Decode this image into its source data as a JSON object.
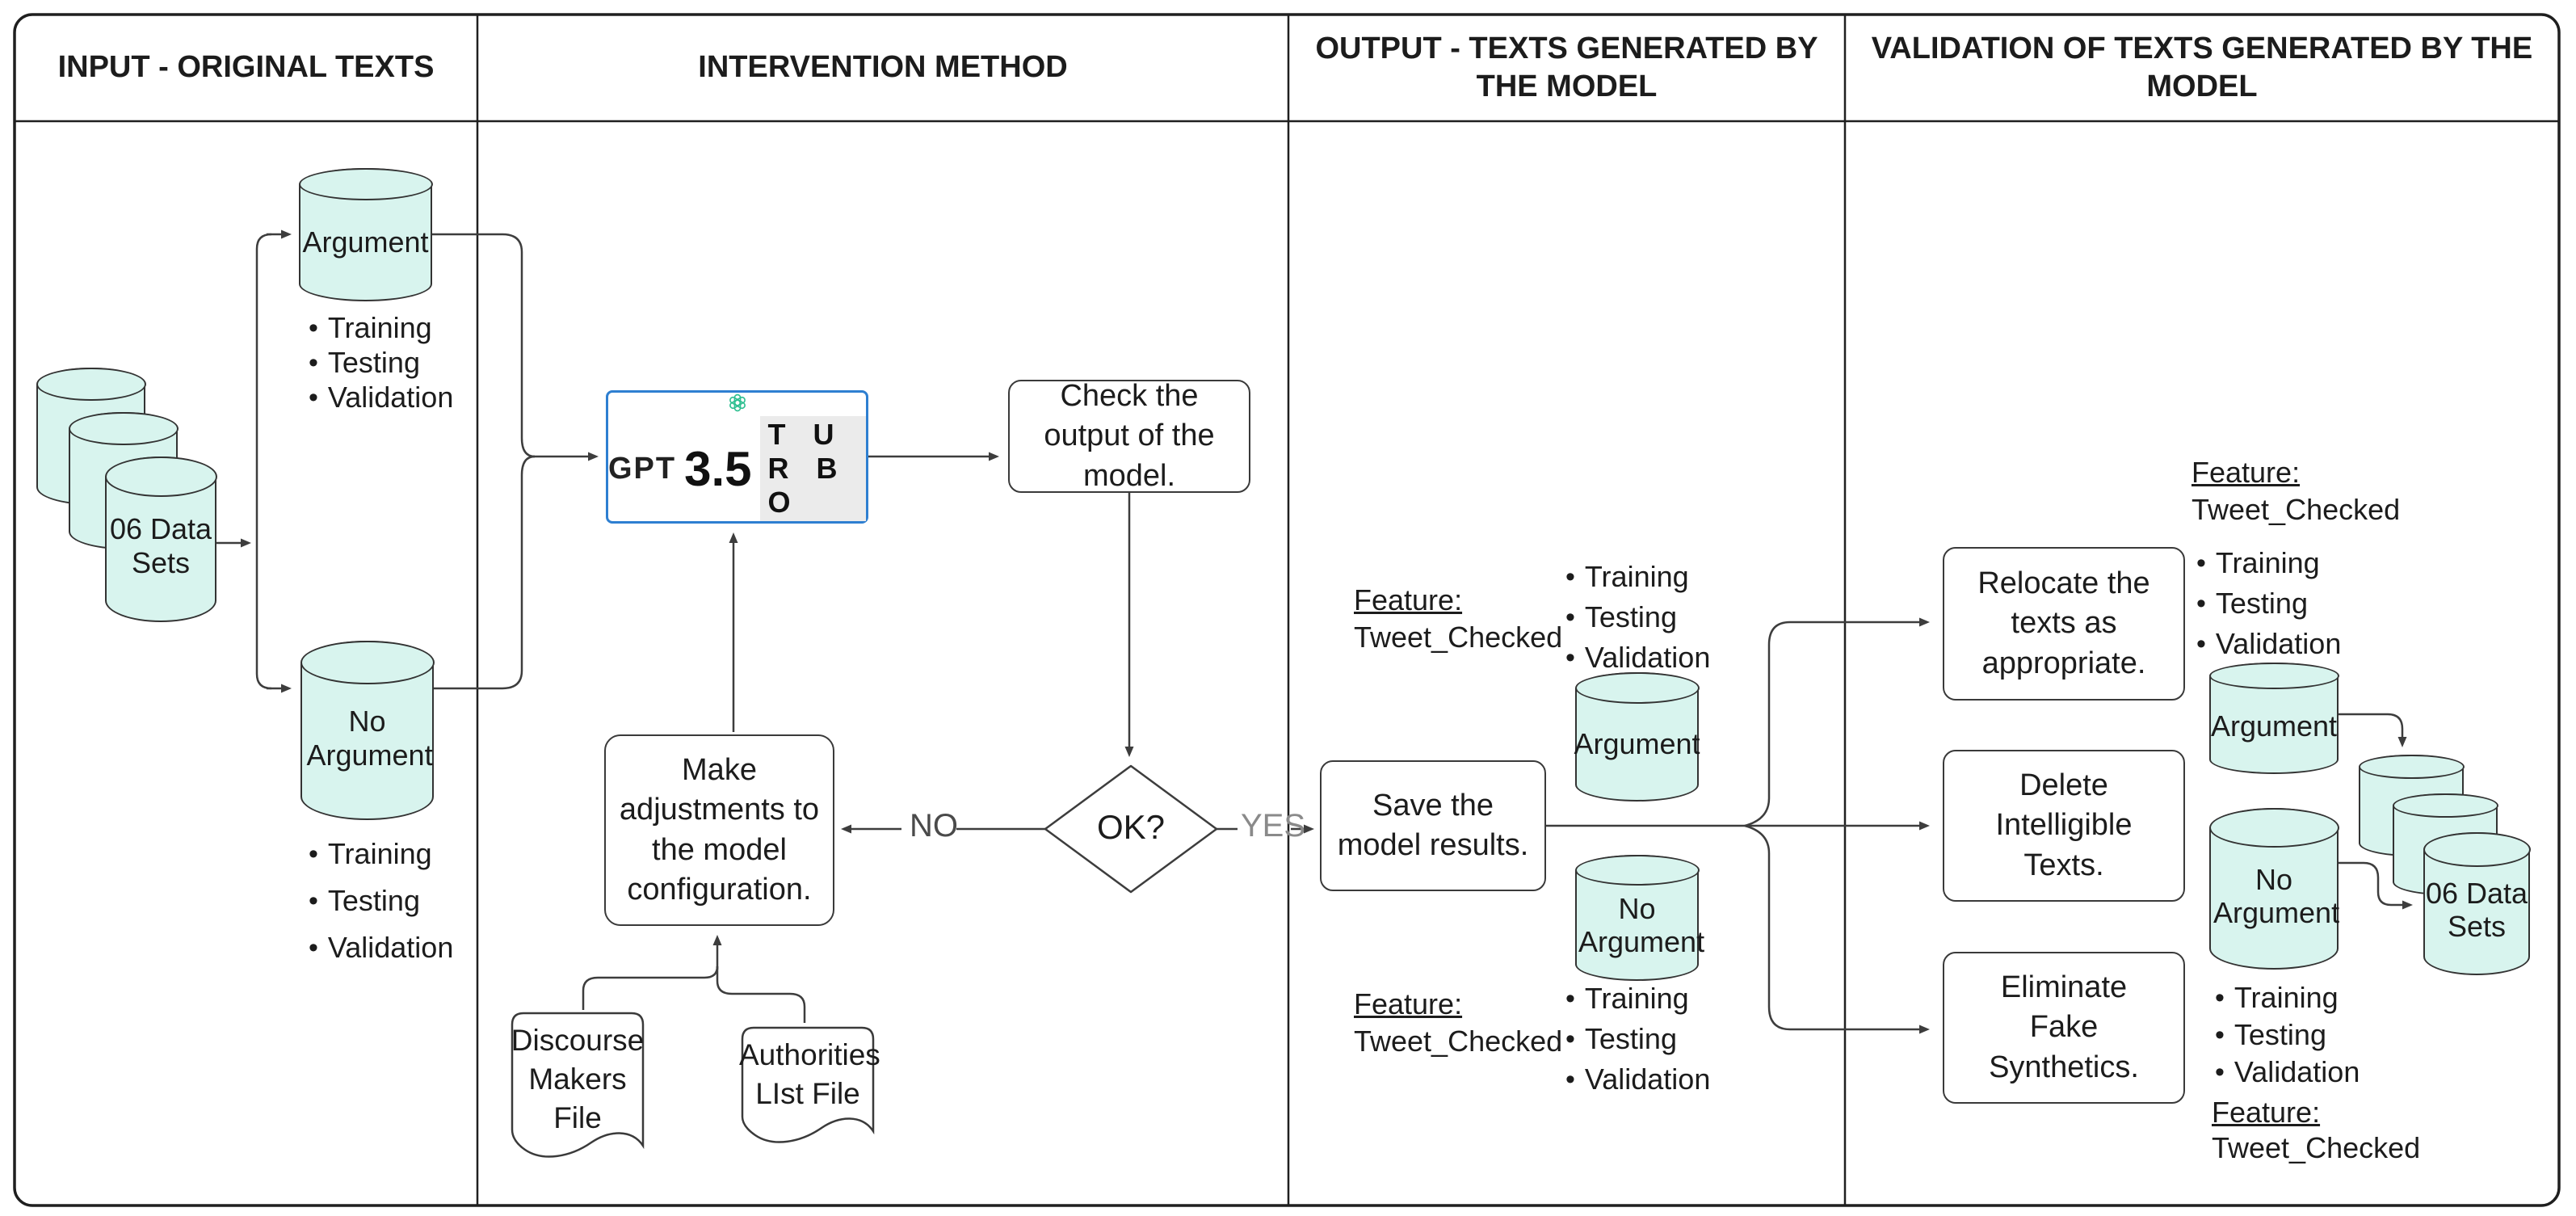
{
  "headers": [
    "INPUT - ORIGINAL TEXTS",
    "INTERVENTION METHOD",
    "OUTPUT - TEXTS GENERATED BY THE MODEL",
    "VALIDATION OF TEXTS GENERATED BY THE MODEL"
  ],
  "bullets": [
    "Training",
    "Testing",
    "Validation"
  ],
  "bullet_glyph": "•",
  "input": {
    "datasets": "06 Data Sets",
    "argument": "Argument",
    "no_argument": "No Argument"
  },
  "intervention": {
    "gpt": "GPT",
    "version": "3.5",
    "turbo": "T U R B O",
    "check": "Check the output of the model.",
    "ok": "OK?",
    "no": "NO",
    "yes": "YES",
    "adjust": "Make adjustments to the model configuration.",
    "discourse_file": "Discourse Makers File",
    "authorities_file": "Authorities LIst File"
  },
  "output": {
    "feature": "Feature:",
    "feature_value": "Tweet_Checked",
    "save": "Save the model results.",
    "argument": "Argument",
    "no_argument": "No Argument"
  },
  "validation": {
    "feature": "Feature:",
    "feature_value": "Tweet_Checked",
    "relocate": "Relocate the texts as appropriate.",
    "delete": "Delete Intelligible Texts.",
    "eliminate": "Eliminate Fake Synthetics.",
    "argument": "Argument",
    "no_argument": "No Argument",
    "datasets": "06 Data Sets"
  },
  "colors": {
    "cylinder_fill": "#d8f4ee",
    "gpt_border": "#2e7fd1",
    "logo_green": "#2fbf91",
    "line": "#3d3d3d",
    "yes_gray": "#8a8a8a"
  }
}
